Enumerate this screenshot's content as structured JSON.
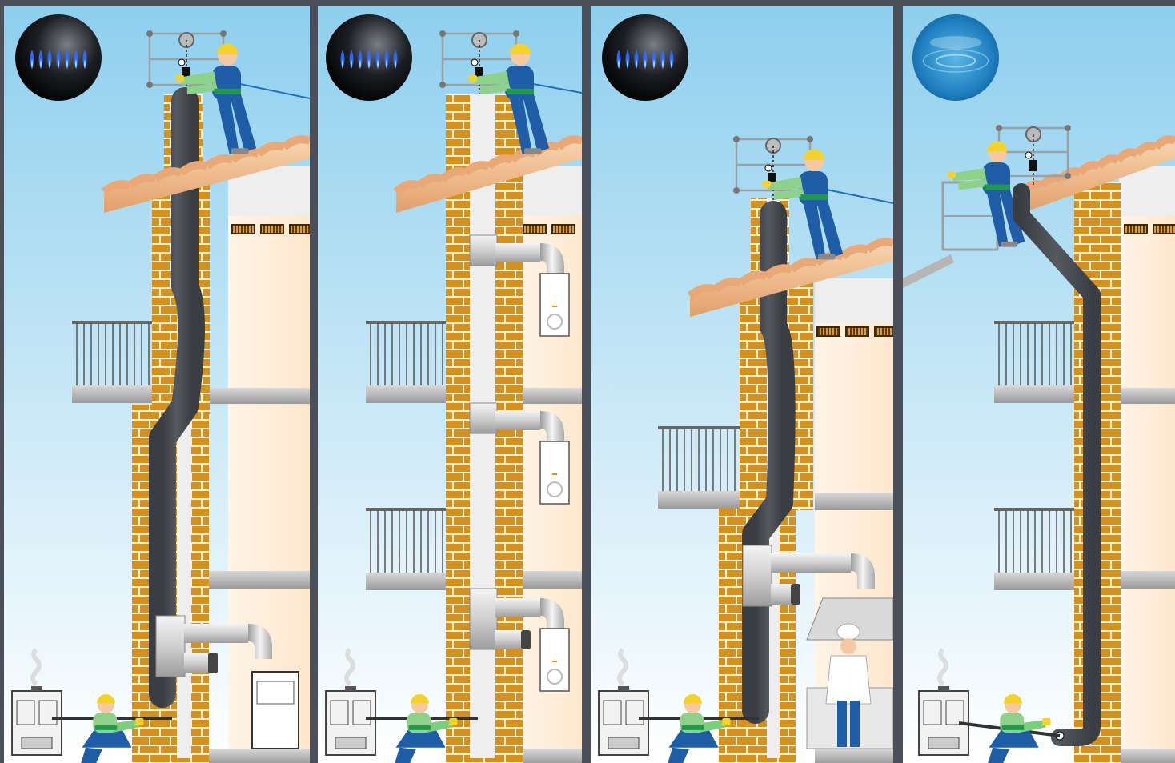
{
  "panels": [
    {
      "id": "panel-1",
      "medium": "gas-flame",
      "appliance": "floor-boiler",
      "installer_position": "roof"
    },
    {
      "id": "panel-2",
      "medium": "gas-flame",
      "appliance": "wall-boilers",
      "installer_position": "roof"
    },
    {
      "id": "panel-3",
      "medium": "gas-flame",
      "appliance": "kitchen-hood",
      "installer_position": "roof"
    },
    {
      "id": "panel-4",
      "medium": "water",
      "appliance": "external-pipe",
      "installer_position": "platform"
    }
  ],
  "colors": {
    "sky_top": "#8ecfee",
    "sky_bottom": "#ffffff",
    "brick": "#d6901e",
    "liner": "#555a60",
    "roof": "#f5c79e",
    "wall": "#fde7cd",
    "frame": "#4a4f5a"
  }
}
